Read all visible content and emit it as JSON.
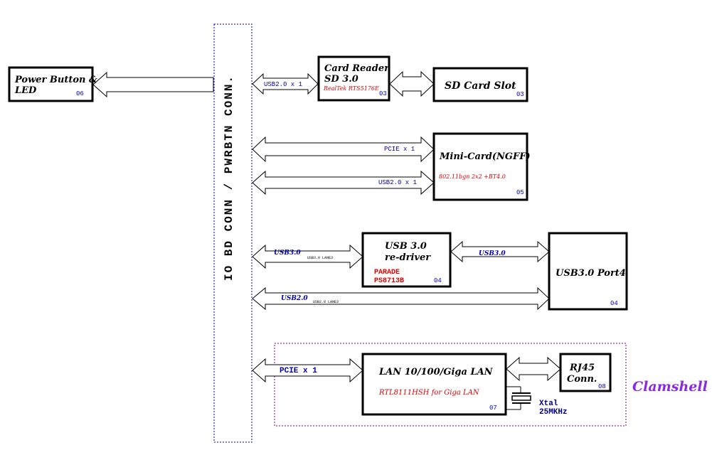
{
  "connector": {
    "label": "IO BD CONN / PWRBTN CONN."
  },
  "power_button": {
    "line1": "Power Button &",
    "line2": "LED",
    "page": "06"
  },
  "card_reader": {
    "line1": "Card Reader",
    "line2": "SD 3.0",
    "chip": "RealTek  RTS5176E",
    "page": "03"
  },
  "sd_slot": {
    "label": "SD Card Slot",
    "page": "03"
  },
  "mini_card": {
    "label": "Mini-Card(NGFF)",
    "chip": "802.11bgn 2x2  +BT4.0",
    "page": "05"
  },
  "usb_redriver": {
    "line1": "USB 3.0",
    "line2": "re-driver",
    "chip1": "PARADE",
    "chip2": "PS8713B",
    "page": "04"
  },
  "usb_port": {
    "label": "USB3.0 Port4",
    "page": "04"
  },
  "lan": {
    "label": "LAN 10/100/Giga LAN",
    "chip": "RTL8111HSH for Giga LAN",
    "page": "07"
  },
  "rj45": {
    "line1": "RJ45",
    "line2": "Conn.",
    "page": "08"
  },
  "xtal": {
    "line1": "Xtal",
    "line2": "25MKHz"
  },
  "clamshell": {
    "label": "Clamshell"
  },
  "signals": {
    "card_reader_usb": "USB2.0 x 1",
    "mini_pcie": "PCIE x 1",
    "mini_usb": "USB2.0 x 1",
    "redriver_in": "USB3.0",
    "redriver_in_lane": "USB3.0 LANE3",
    "redriver_out": "USB3.0",
    "port_usb2": "USB2.0",
    "port_usb2_lane": "USB2.0 LANE3",
    "lan_pcie": "PCIE x 1"
  }
}
